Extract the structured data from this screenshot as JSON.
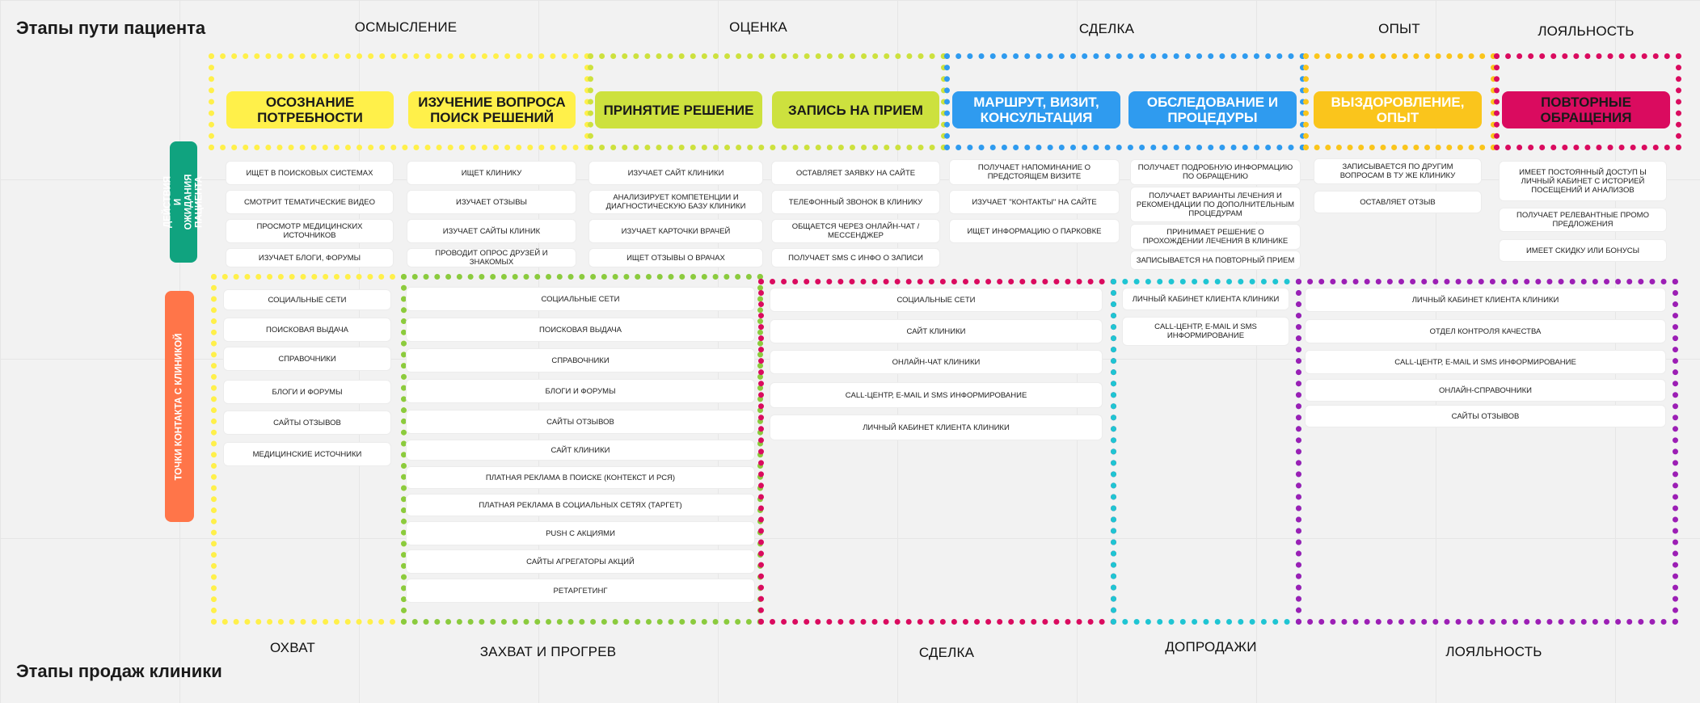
{
  "titles": {
    "top": "Этапы пути пациента",
    "bottom": "Этапы продаж клиники"
  },
  "top_phases": [
    "ОСМЫСЛЕНИЕ",
    "ОЦЕНКА",
    "СДЕЛКА",
    "ОПЫТ",
    "ЛОЯЛЬНОСТЬ"
  ],
  "bottom_phases": [
    "ОХВАТ",
    "ЗАХВАТ И ПРОГРЕВ",
    "СДЕЛКА",
    "ДОПРОДАЖИ",
    "ЛОЯЛЬНОСТЬ"
  ],
  "row_labels": {
    "actions": "ДЕЙСТВИЯ И ОЖИДАНИЯ\nПАЦИЕНТА",
    "touchpoints": "ТОЧКИ КОНТАКТА С КЛИНИКОЙ"
  },
  "stages": [
    {
      "label": "ОСОЗНАНИЕ\nПОТРЕБНОСТИ",
      "color": "#FFF04A",
      "text_color": "#1a1a1a"
    },
    {
      "label": "ИЗУЧЕНИЕ ВОПРОСА\nПОИСК РЕШЕНИЙ",
      "color": "#FFF04A",
      "text_color": "#1a1a1a"
    },
    {
      "label": "ПРИНЯТИЕ РЕШЕНИЕ",
      "color": "#CDE13E",
      "text_color": "#1a1a1a"
    },
    {
      "label": "ЗАПИСЬ НА ПРИЕМ",
      "color": "#CDE13E",
      "text_color": "#1a1a1a"
    },
    {
      "label": "МАРШРУТ, ВИЗИТ,\nКОНСУЛЬТАЦИЯ",
      "color": "#2F9BEF",
      "text_color": "#ffffff"
    },
    {
      "label": "ОБСЛЕДОВАНИЕ И\nПРОЦЕДУРЫ",
      "color": "#2F9BEF",
      "text_color": "#ffffff"
    },
    {
      "label": "ВЫЗДОРОВЛЕНИЕ,\nОПЫТ",
      "color": "#FAC51C",
      "text_color": "#ffffff"
    },
    {
      "label": "ПОВТОРНЫЕ\nОБРАЩЕНИЯ",
      "color": "#DA0B5F",
      "text_color": "#1a1a1a"
    }
  ],
  "actions": [
    [
      "ИЩЕТ В ПОИСКОВЫХ СИСТЕМАХ",
      "СМОТРИТ ТЕМАТИЧЕСКИЕ ВИДЕО",
      "ПРОСМОТР МЕДИЦИНСКИХ ИСТОЧНИКОВ",
      "ИЗУЧАЕТ БЛОГИ, ФОРУМЫ"
    ],
    [
      "ИЩЕТ КЛИНИКУ",
      "ИЗУЧАЕТ ОТЗЫВЫ",
      "ИЗУЧАЕТ САЙТЫ КЛИНИК",
      "ПРОВОДИТ ОПРОС ДРУЗЕЙ И ЗНАКОМЫХ"
    ],
    [
      "ИЗУЧАЕТ САЙТ КЛИНИКИ",
      "АНАЛИЗИРУЕТ КОМПЕТЕНЦИИ И ДИАГНОСТИЧЕСКУЮ БАЗУ КЛИНИКИ",
      "ИЗУЧАЕТ КАРТОЧКИ ВРАЧЕЙ",
      "ИЩЕТ ОТЗЫВЫ О ВРАЧАХ"
    ],
    [
      "ОСТАВЛЯЕТ ЗАЯВКУ НА САЙТЕ",
      "ТЕЛЕФОННЫЙ ЗВОНОК В КЛИНИКУ",
      "ОБЩАЕТСЯ ЧЕРЕЗ ОНЛАЙН-ЧАТ / МЕССЕНДЖЕР",
      "ПОЛУЧАЕТ SMS С ИНФО О ЗАПИСИ"
    ],
    [
      "ПОЛУЧАЕТ НАПОМИНАНИЕ О ПРЕДСТОЯЩЕМ ВИЗИТЕ",
      "ИЗУЧАЕТ \"КОНТАКТЫ\" НА САЙТЕ",
      "ИЩЕТ ИНФОРМАЦИЮ О ПАРКОВКЕ"
    ],
    [
      "ПОЛУЧАЕТ ПОДРОБНУЮ ИНФОРМАЦИЮ ПО ОБРАЩЕНИЮ",
      "ПОЛУЧАЕТ ВАРИАНТЫ ЛЕЧЕНИЯ И РЕКОМЕНДАЦИИ ПО ДОПОЛНИТЕЛЬНЫМ ПРОЦЕДУРАМ",
      "ПРИНИМАЕТ РЕШЕНИЕ О ПРОХОЖДЕНИИ ЛЕЧЕНИЯ В КЛИНИКЕ",
      "ЗАПИСЫВАЕТСЯ НА ПОВТОРНЫЙ ПРИЕМ"
    ],
    [
      "ЗАПИСЫВАЕТСЯ ПО ДРУГИМ ВОПРОСАМ В ТУ ЖЕ КЛИНИКУ",
      "ОСТАВЛЯЕТ ОТЗЫВ"
    ],
    [
      "ИМЕЕТ ПОСТОЯННЫЙ ДОСТУП Ы ЛИЧНЫЙ КАБИНЕТ С ИСТОРИЕЙ ПОСЕЩЕНИЙ И АНАЛИЗОВ",
      "ПОЛУЧАЕТ РЕЛЕВАНТНЫЕ ПРОМО ПРЕДЛОЖЕНИЯ",
      "ИМЕЕТ СКИДКУ ИЛИ БОНУСЫ"
    ]
  ],
  "touchpoints": [
    [
      "СОЦИАЛЬНЫЕ СЕТИ",
      "ПОИСКОВАЯ ВЫДАЧА",
      "СПРАВОЧНИКИ",
      "БЛОГИ И ФОРУМЫ",
      "САЙТЫ ОТЗЫВОВ",
      "МЕДИЦИНСКИЕ ИСТОЧНИКИ"
    ],
    [
      "СОЦИАЛЬНЫЕ СЕТИ",
      "ПОИСКОВАЯ ВЫДАЧА",
      "СПРАВОЧНИКИ",
      "БЛОГИ И ФОРУМЫ",
      "САЙТЫ ОТЗЫВОВ",
      "САЙТ КЛИНИКИ",
      "ПЛАТНАЯ РЕКЛАМА В ПОИСКЕ (КОНТЕКСТ И РСЯ)",
      "ПЛАТНАЯ РЕКЛАМА В СОЦИАЛЬНЫХ СЕТЯХ (ТАРГЕТ)",
      "PUSH С АКЦИЯМИ",
      "САЙТЫ АГРЕГАТОРЫ АКЦИЙ",
      "РЕТАРГЕТИНГ"
    ],
    [
      "СОЦИАЛЬНЫЕ СЕТИ",
      "САЙТ КЛИНИКИ",
      "ОНЛАЙН-ЧАТ КЛИНИКИ",
      "CALL-ЦЕНТР, E-MAIL И SMS ИНФОРМИРОВАНИЕ",
      "ЛИЧНЫЙ КАБИНЕТ КЛИЕНТА КЛИНИКИ"
    ],
    [
      "ЛИЧНЫЙ КАБИНЕТ КЛИЕНТА КЛИНИКИ",
      "CALL-ЦЕНТР, E-MAIL И SMS ИНФОРМИРОВАНИЕ"
    ],
    [
      "ЛИЧНЫЙ КАБИНЕТ КЛИЕНТА КЛИНИКИ",
      "ОТДЕЛ КОНТРОЛЯ КАЧЕСТВА",
      "CALL-ЦЕНТР, E-MAIL И SMS ИНФОРМИРОВАНИЕ",
      "ОНЛАЙН-СПРАВОЧНИКИ",
      "САЙТЫ ОТЗЫВОВ"
    ]
  ],
  "colors": {
    "yellow": "#FFF04A",
    "lime": "#CDE13E",
    "blue": "#2F9BEF",
    "amber": "#FAC51C",
    "crimson": "#DA0B5F",
    "green_tab": "#10A37F",
    "orange_tab": "#FF7549",
    "green_frame": "#8BCB3E",
    "cyan_frame": "#1FC5D3",
    "purple_frame": "#9C1FB5"
  }
}
